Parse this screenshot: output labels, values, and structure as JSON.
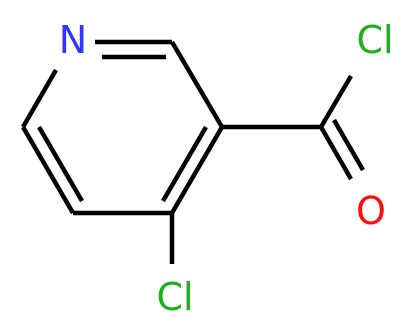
{
  "molecule": {
    "atoms": {
      "ring_nitrogen": "N",
      "acyl_chlorine": "Cl",
      "carbonyl_oxygen": "O",
      "ring_chlorine": "Cl"
    },
    "colors": {
      "bond": "#000000",
      "nitrogen": "#3333ff",
      "chlorine": "#1fae1f",
      "oxygen": "#ff0d0d"
    }
  }
}
